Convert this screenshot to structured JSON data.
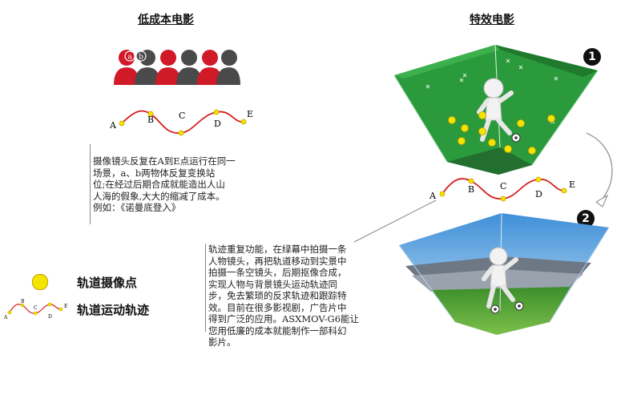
{
  "left_title": "低成本电影",
  "right_title": "特效电影",
  "left_desc": [
    "摄像镜头反复在A到E点运行在同一",
    "场景，a、b两物体反复变换站",
    "位;在经过后期合成就能造出人山",
    "人海的假象,大大的缩减了成本。",
    "例如：《诺曼底登入》"
  ],
  "right_desc": [
    "轨迹重复功能，在绿幕中拍摄一条",
    "人物镜头，再把轨道移动到实景中",
    "拍摄一条空镜头，后期抠像合成，",
    "实现人物与背景镜头运动轨迹同",
    "步，免去繁琐的反求轨迹和跟踪特",
    "效。目前在很多影视剧，广告片中",
    "得到广泛的应用。ASXMOV-G6能让",
    "您用低廉的成本就能制作一部科幻",
    "影片。"
  ],
  "track_points": [
    "A",
    "B",
    "C",
    "D",
    "E"
  ],
  "people_labels": [
    "a",
    "b"
  ],
  "step_numbers": [
    "1",
    "2"
  ],
  "legend": {
    "camera_point_label": "轨道摄像点",
    "track_label": "轨道运动轨迹"
  },
  "colors": {
    "track_red": "#d42020",
    "point_yellow": "#f3e500",
    "green_screen": "#2a9a3c",
    "people_red": "#d01a28",
    "people_gray": "#4a4a4a"
  }
}
